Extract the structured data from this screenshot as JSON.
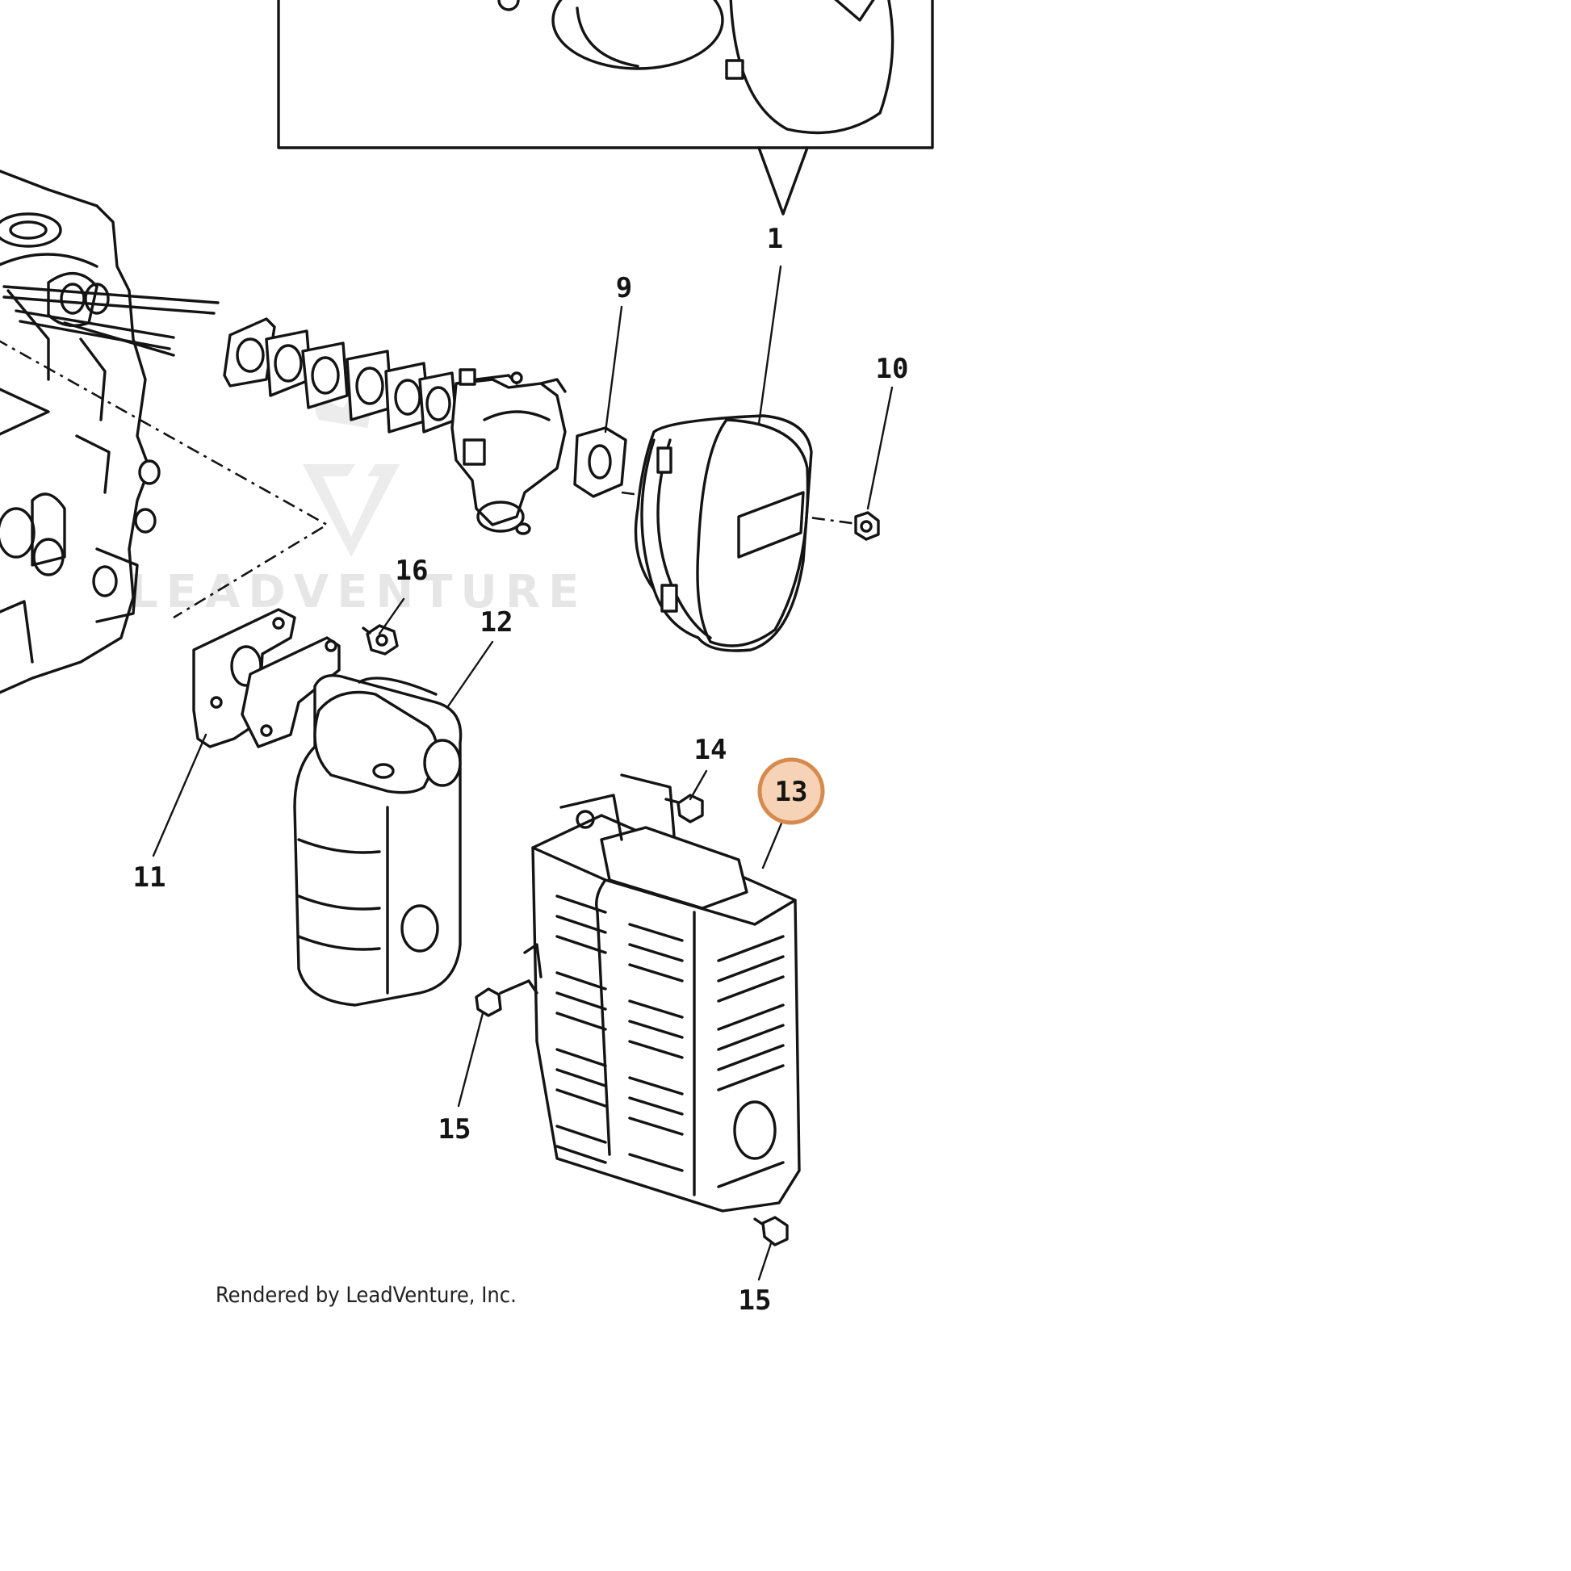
{
  "diagram": {
    "callouts": [
      "1",
      "9",
      "10",
      "16",
      "12",
      "14",
      "13",
      "11",
      "15",
      "15"
    ],
    "highlighted_callout": "13",
    "highlight_color": "#d78a4e",
    "highlight_fill": "#f6d3b6",
    "watermark_text": "LEADVENTURE",
    "credit": "Rendered by LeadVenture, Inc."
  }
}
